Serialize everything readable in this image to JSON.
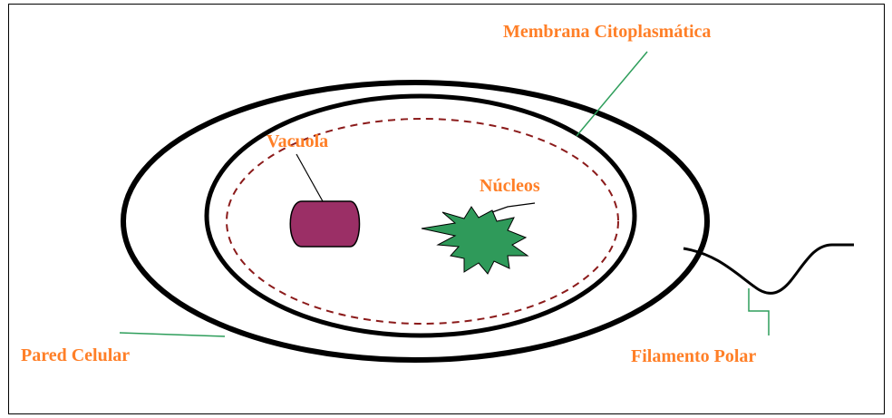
{
  "labels": {
    "membrana": "Membrana Citoplasmática",
    "vacuola": "Vacuola",
    "nucleos": "Núcleos",
    "pared": "Pared Celular",
    "filamento": "Filamento Polar"
  },
  "colors": {
    "label": "#ff7f27",
    "outline": "#000000",
    "leader": "#2e9e5b",
    "vacuole": "#9b2f66",
    "nucleus": "#2f9a5a",
    "dashed": "#8b1a1a"
  }
}
